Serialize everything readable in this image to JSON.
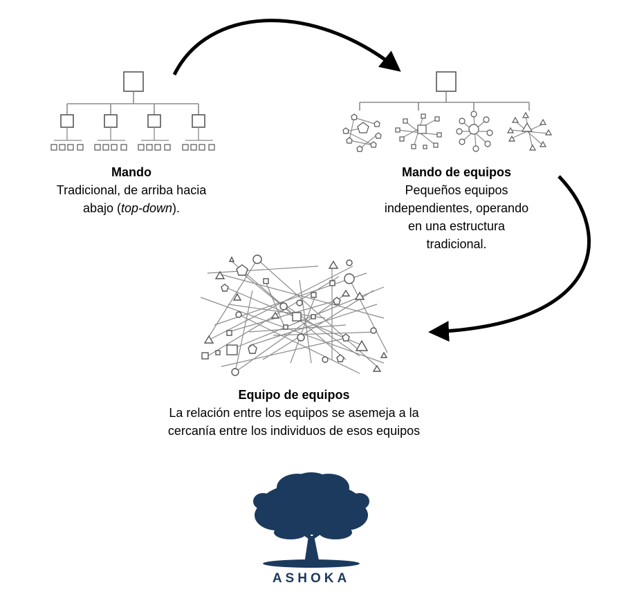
{
  "structures": [
    {
      "title": "Mando",
      "line1": "Tradicional, de arriba hacia",
      "line2_pre": "abajo (",
      "line2_em": "top-down",
      "line2_post": ")."
    },
    {
      "title": "Mando de equipos",
      "lines": [
        "Pequeños equipos",
        "independientes, operando",
        "en una estructura",
        "tradicional."
      ]
    },
    {
      "title": "Equipo de equipos",
      "lines": [
        "La relación entre los equipos se asemeja a la",
        "cercanía entre los individuos de esos equipos"
      ]
    }
  ],
  "logo": {
    "word": "ASHOKA",
    "icon": "tree-icon"
  },
  "colors": {
    "line": "#8a8a8a",
    "shape": "#555555",
    "arrow": "#000000",
    "logo": "#1c3a5e"
  }
}
